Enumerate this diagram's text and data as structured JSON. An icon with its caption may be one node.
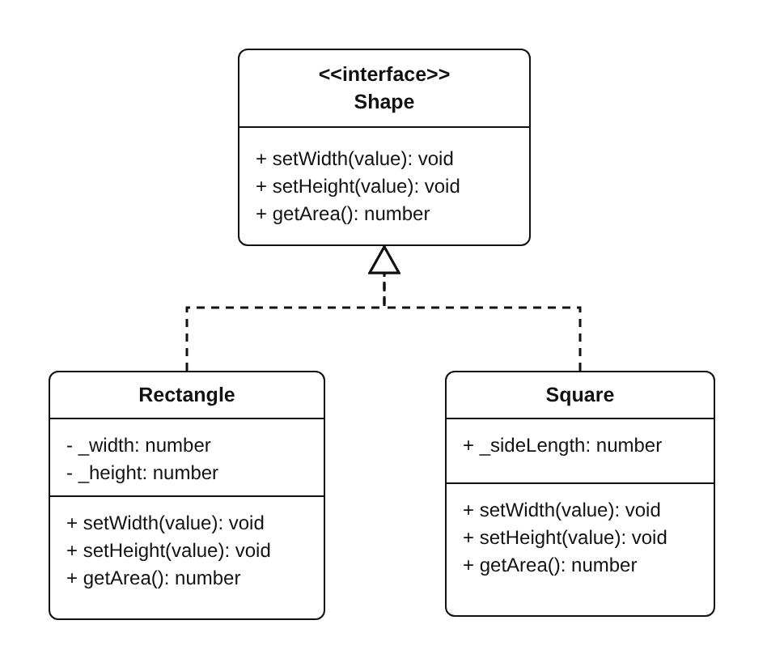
{
  "diagram": {
    "nodes": [
      {
        "text": [
          "<<interface>>",
          "Shape",
          "+ setWidth(value): void",
          "+ setHeight(value): void",
          "+ getArea(): number"
        ]
      },
      {
        "text": [
          "Rectangle",
          "- _width: number",
          "- _height: number",
          "+ setWidth(value): void",
          "+ setHeight(value): void",
          "+ getArea(): number"
        ]
      },
      {
        "text": [
          "Square",
          "+ _sideLength: number",
          "+ setWidth(value): void",
          "+ setHeight(value): void",
          "+ getArea(): number"
        ]
      }
    ],
    "edges": [
      {
        "from": 1,
        "to": 0,
        "arrow": "to",
        "style": "dashed"
      },
      {
        "from": 2,
        "to": 0,
        "arrow": "to",
        "style": "dashed"
      }
    ]
  }
}
